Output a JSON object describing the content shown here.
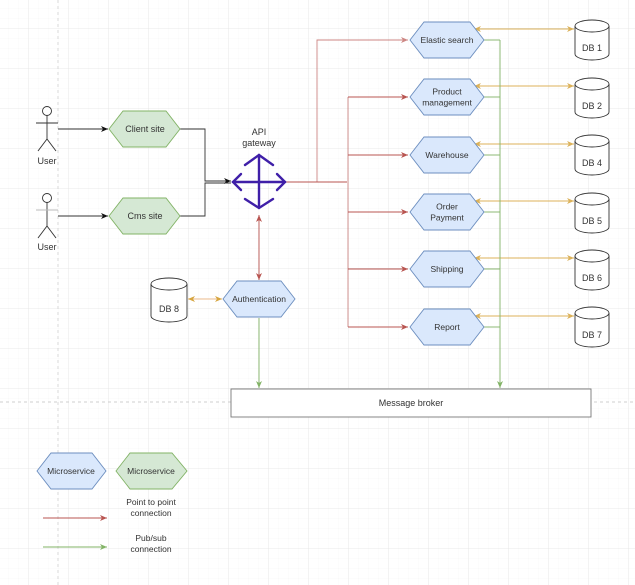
{
  "diagram": {
    "title": "Microservices architecture",
    "colors": {
      "service_fill": "#dae8fc",
      "service_stroke": "#6c8ebf",
      "frontend_fill": "#d5e8d4",
      "frontend_stroke": "#82b366",
      "p2p_line": "#b85450",
      "pubsub_line": "#82b366",
      "db_link": "#d6a53e",
      "gateway": "#3f1fa8"
    },
    "actors": [
      {
        "id": "user1",
        "label": "User"
      },
      {
        "id": "user2",
        "label": "User"
      }
    ],
    "frontends": [
      {
        "id": "client-site",
        "label": "Client site"
      },
      {
        "id": "cms-site",
        "label": "Cms site"
      }
    ],
    "gateway": {
      "label_line1": "API",
      "label_line2": "gateway"
    },
    "services": [
      {
        "id": "elastic-search",
        "lines": [
          "Elastic search"
        ],
        "db": "DB 1"
      },
      {
        "id": "product-management",
        "lines": [
          "Product",
          "management"
        ],
        "db": "DB 2"
      },
      {
        "id": "warehouse",
        "lines": [
          "Warehouse"
        ],
        "db": "DB 4"
      },
      {
        "id": "order-payment",
        "lines": [
          "Order",
          "Payment"
        ],
        "db": "DB 5"
      },
      {
        "id": "shipping",
        "lines": [
          "Shipping"
        ],
        "db": "DB 6"
      },
      {
        "id": "report",
        "lines": [
          "Report"
        ],
        "db": "DB 7"
      }
    ],
    "auth": {
      "label": "Authentication",
      "db": "DB 8"
    },
    "broker": {
      "label": "Message broker"
    },
    "legend": {
      "service_label": "Microservice",
      "frontend_label": "Microservice",
      "p2p_line1": "Point to point",
      "p2p_line2": "connection",
      "pubsub_line1": "Pub/sub",
      "pubsub_line2": "connection"
    }
  }
}
